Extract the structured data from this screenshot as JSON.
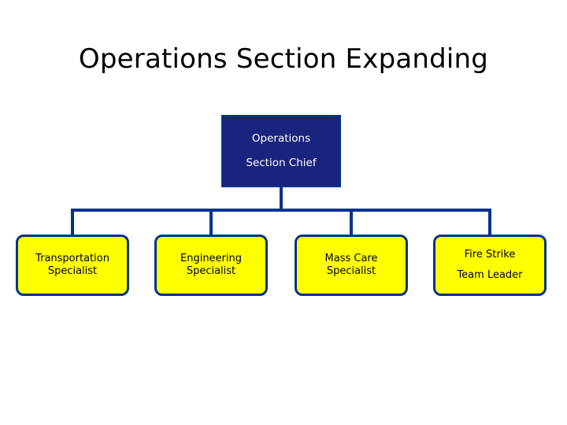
{
  "slide": {
    "title": "Operations Section Expanding",
    "background_color": "#ffffff"
  },
  "colors": {
    "root_fill": "#1a237e",
    "root_text": "#ffffff",
    "node_fill": "#ffff00",
    "node_border": "#00338d",
    "node_text": "#000000",
    "connector": "#00338d"
  },
  "chart": {
    "root": {
      "line1": "Operations",
      "line2": "Section Chief"
    },
    "children": [
      {
        "line1": "Transportation",
        "line2": "Specialist"
      },
      {
        "line1": "Engineering",
        "line2": "Specialist"
      },
      {
        "line1": "Mass Care",
        "line2": "Specialist"
      },
      {
        "line1": "Fire Strike",
        "line2": "Team Leader"
      }
    ]
  }
}
